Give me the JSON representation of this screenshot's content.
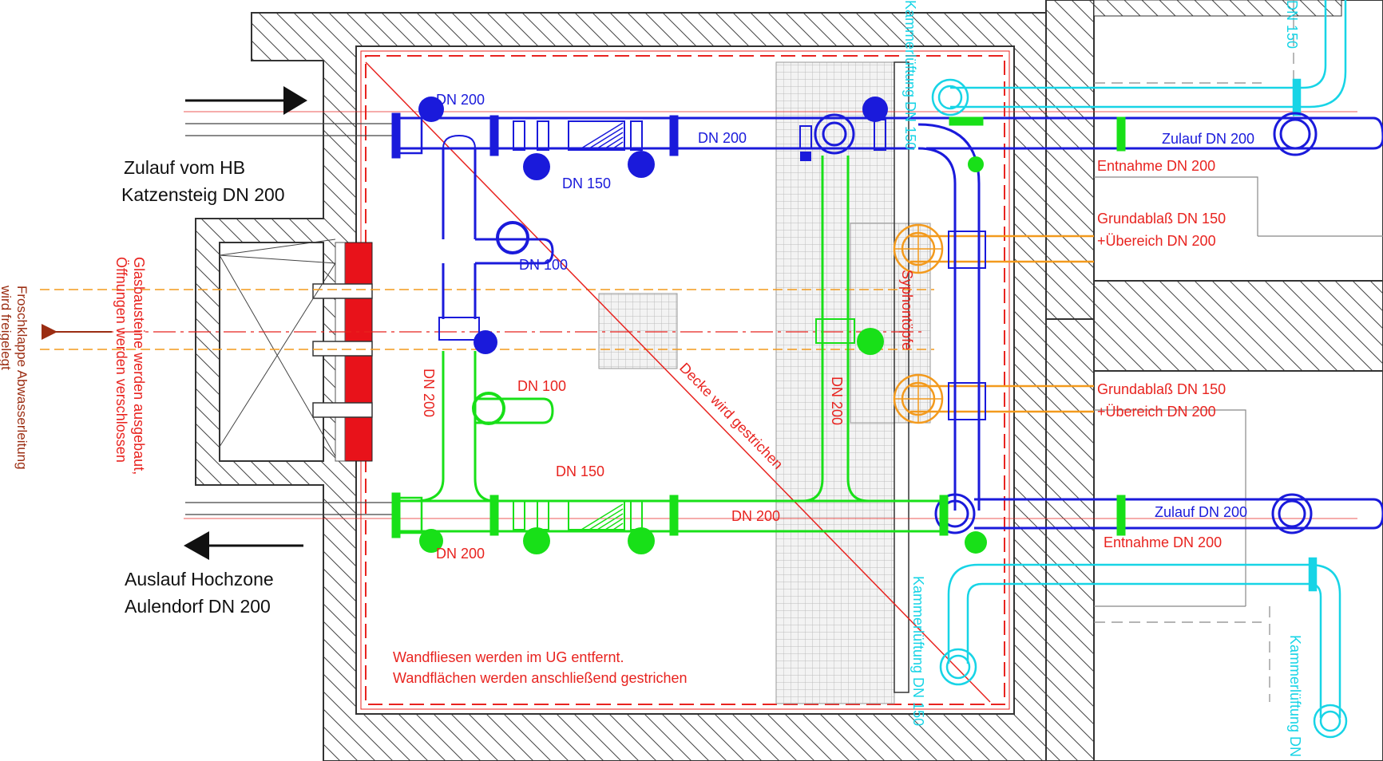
{
  "colors": {
    "wall": "#333333",
    "blue": "#1a1adb",
    "green": "#18e018",
    "red": "#e8231f",
    "cyan": "#17d4e6",
    "orange": "#f39a1d",
    "brown": "#9b2d12",
    "glass": "#e8121a"
  },
  "labels": {
    "inlet": [
      "Zulauf vom HB",
      "Katzensteig DN 200"
    ],
    "outlet": [
      "Auslauf Hochzone",
      "Aulendorf DN 200"
    ],
    "glass_blocks": [
      "Glasbausteine werden ausgebaut,",
      "Öffnungen werden verschlossen"
    ],
    "frog_flap": [
      "Froschklappe Abwasserleitung",
      "wird freigelegt"
    ],
    "ceiling": "Decke wird gestrichen",
    "tiles": [
      "Wandfliesen werden im UG entfernt.",
      "Wandflächen werden anschließend gestrichen"
    ],
    "siphon": "Syphontöpfe",
    "vent_top": "Kammerlüftung DN 150",
    "vent_bottom": "Kammerlüftung DN 150",
    "vent_right_top": "DN 150",
    "vent_right_bottom": "Kammerlüftung DN",
    "blue_dn200_top": "DN 200",
    "blue_dn200_mid": "DN 200",
    "blue_dn150": "DN 150",
    "blue_dn100": "DN 100",
    "zulauf_top": "Zulauf DN 200",
    "entnahme_top": "Entnahme DN 200",
    "grund1": [
      "Grundablaß DN 150",
      "+Übereich DN 200"
    ],
    "grund2": [
      "Grundablaß DN 150",
      "+Übereich DN 200"
    ],
    "zulauf_bottom": "Zulauf DN 200",
    "entnahme_bottom": "Entnahme DN 200",
    "red_dn200_left": "DN 200",
    "red_dn200_right": "DN 200",
    "red_dn100": "DN 100",
    "red_dn150": "DN 150",
    "red_dn200_green": "DN 200",
    "red_dn200_bottom": "DN 200"
  }
}
